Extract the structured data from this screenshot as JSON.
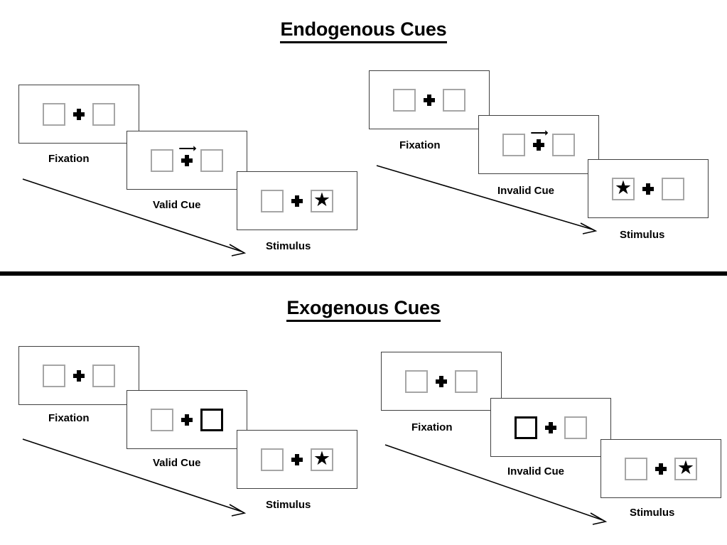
{
  "figure": {
    "type": "diagram",
    "description": "Two-panel schematic of spatial-cueing paradigms",
    "colors": {
      "frame_border": "#404040",
      "box_border": "#a6a6a6",
      "cue_border": "#000000",
      "stimulus": "#000000",
      "divider": "#000000"
    }
  },
  "sections": [
    {
      "id": "endogenous",
      "title": "Endogenous Cues",
      "cue_type": "central arrow",
      "groups": [
        {
          "id": "endogenous-valid",
          "frames": [
            {
              "label": "Fixation",
              "cue": "none",
              "star": "none"
            },
            {
              "label": "Valid Cue",
              "cue": "arrow-right",
              "star": "none"
            },
            {
              "label": "Stimulus",
              "cue": "none",
              "star": "right"
            }
          ]
        },
        {
          "id": "endogenous-invalid",
          "frames": [
            {
              "label": "Fixation",
              "cue": "none",
              "star": "none"
            },
            {
              "label": "Invalid Cue",
              "cue": "arrow-right",
              "star": "none"
            },
            {
              "label": "Stimulus",
              "cue": "none",
              "star": "left"
            }
          ]
        }
      ]
    },
    {
      "id": "exogenous",
      "title": "Exogenous Cues",
      "cue_type": "peripheral box brightening",
      "groups": [
        {
          "id": "exogenous-valid",
          "frames": [
            {
              "label": "Fixation",
              "cue": "none",
              "star": "none"
            },
            {
              "label": "Valid Cue",
              "cue": "box-right",
              "star": "none"
            },
            {
              "label": "Stimulus",
              "cue": "none",
              "star": "right"
            }
          ]
        },
        {
          "id": "exogenous-invalid",
          "frames": [
            {
              "label": "Fixation",
              "cue": "none",
              "star": "none"
            },
            {
              "label": "Invalid Cue",
              "cue": "box-left",
              "star": "none"
            },
            {
              "label": "Stimulus",
              "cue": "none",
              "star": "right"
            }
          ]
        }
      ]
    }
  ],
  "glyphs": {
    "star": "★",
    "fixation_cross": "plus-icon",
    "arrow_cue": "arrow-right-icon",
    "time_arrow": "time-progression-arrow"
  }
}
